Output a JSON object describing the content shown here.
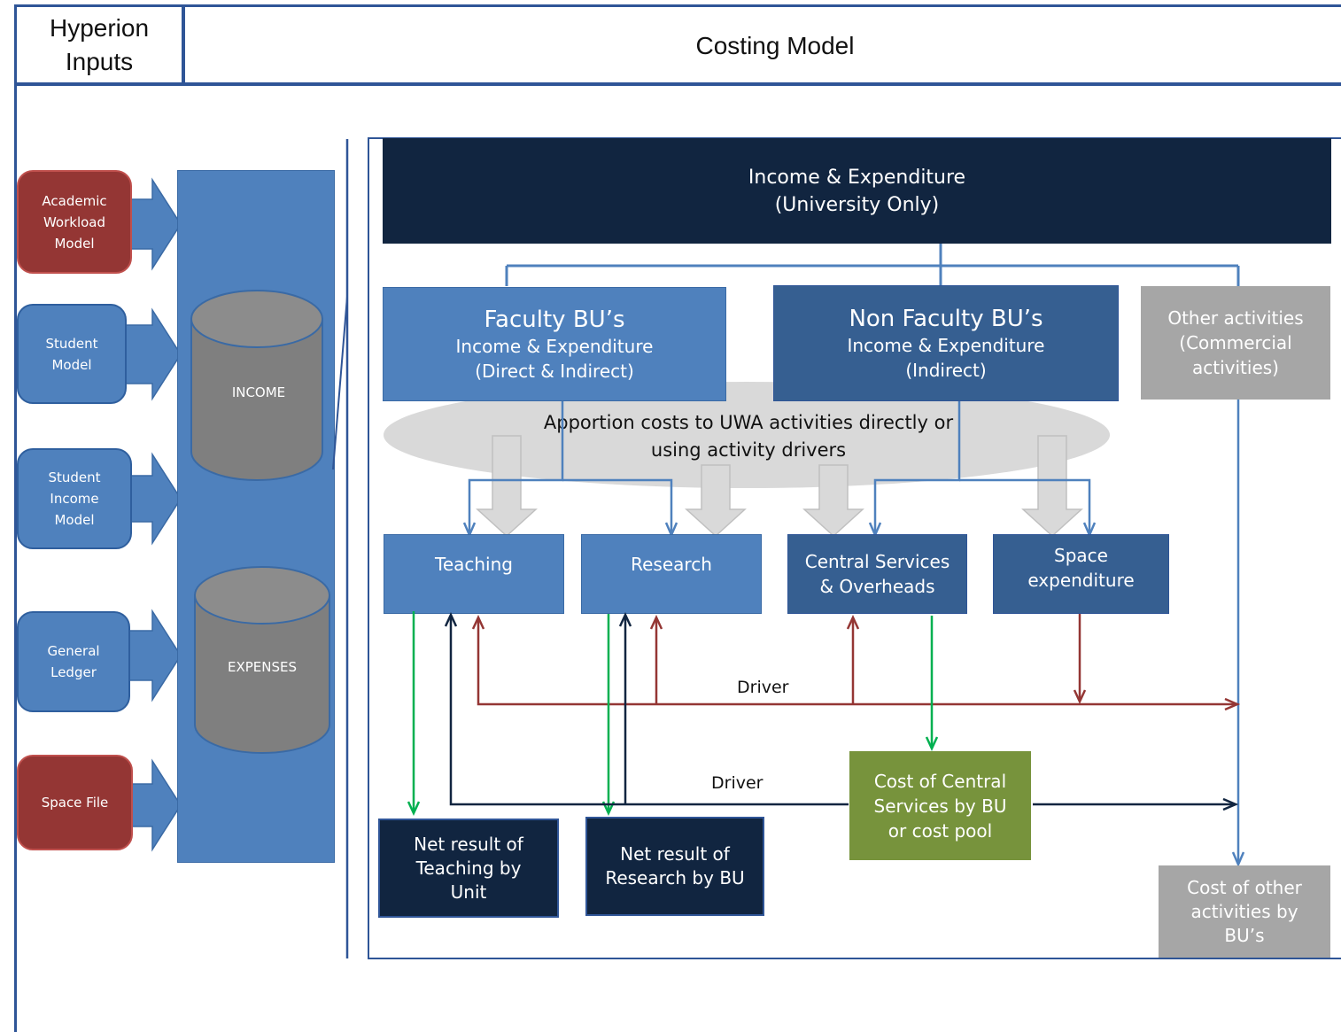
{
  "header": {
    "left_title": "Hyperion\nInputs",
    "right_title": "Costing Model"
  },
  "inputs": [
    {
      "label": "Academic\nWorkload\nModel",
      "color": "red"
    },
    {
      "label": "Student\nModel",
      "color": "blue"
    },
    {
      "label": "Student\nIncome\nModel",
      "color": "blue"
    },
    {
      "label": "General\nLedger",
      "color": "blue"
    },
    {
      "label": "Space File",
      "color": "red"
    }
  ],
  "databases": {
    "income": "INCOME",
    "expenses": "EXPENSES"
  },
  "costing": {
    "top": "Income & Expenditure\n(University Only)",
    "faculty": {
      "title": "Faculty BU’s",
      "line1": "Income & Expenditure",
      "line2": "(Direct & Indirect)"
    },
    "non_faculty": {
      "title": "Non Faculty BU’s",
      "line1": "Income & Expenditure",
      "line2": "(Indirect)"
    },
    "other": "Other activities\n(Commercial\nactivities)",
    "apportion": "Apportion  costs to UWA activities directly or\nusing activity drivers",
    "teaching": "Teaching",
    "research": "Research",
    "central": "Central Services\n& Overheads",
    "space": "Space\nexpenditure",
    "driver1": "Driver",
    "driver2": "Driver",
    "net_teaching": "Net result of\nTeaching by\nUnit",
    "net_research": "Net result of\nResearch by BU",
    "cost_central": "Cost of Central\nServices by BU\nor cost pool",
    "cost_other": "Cost of other\nactivities by\nBU’s"
  },
  "colors": {
    "frame": "#2f5597",
    "navy": "#112540",
    "mid_blue": "#4f81bd",
    "dark_blue": "#365f91",
    "grey_box": "#a6a6a6",
    "green_box": "#77933c",
    "red_input": "#943634",
    "arrow_red": "#943634",
    "arrow_green": "#00b050"
  }
}
